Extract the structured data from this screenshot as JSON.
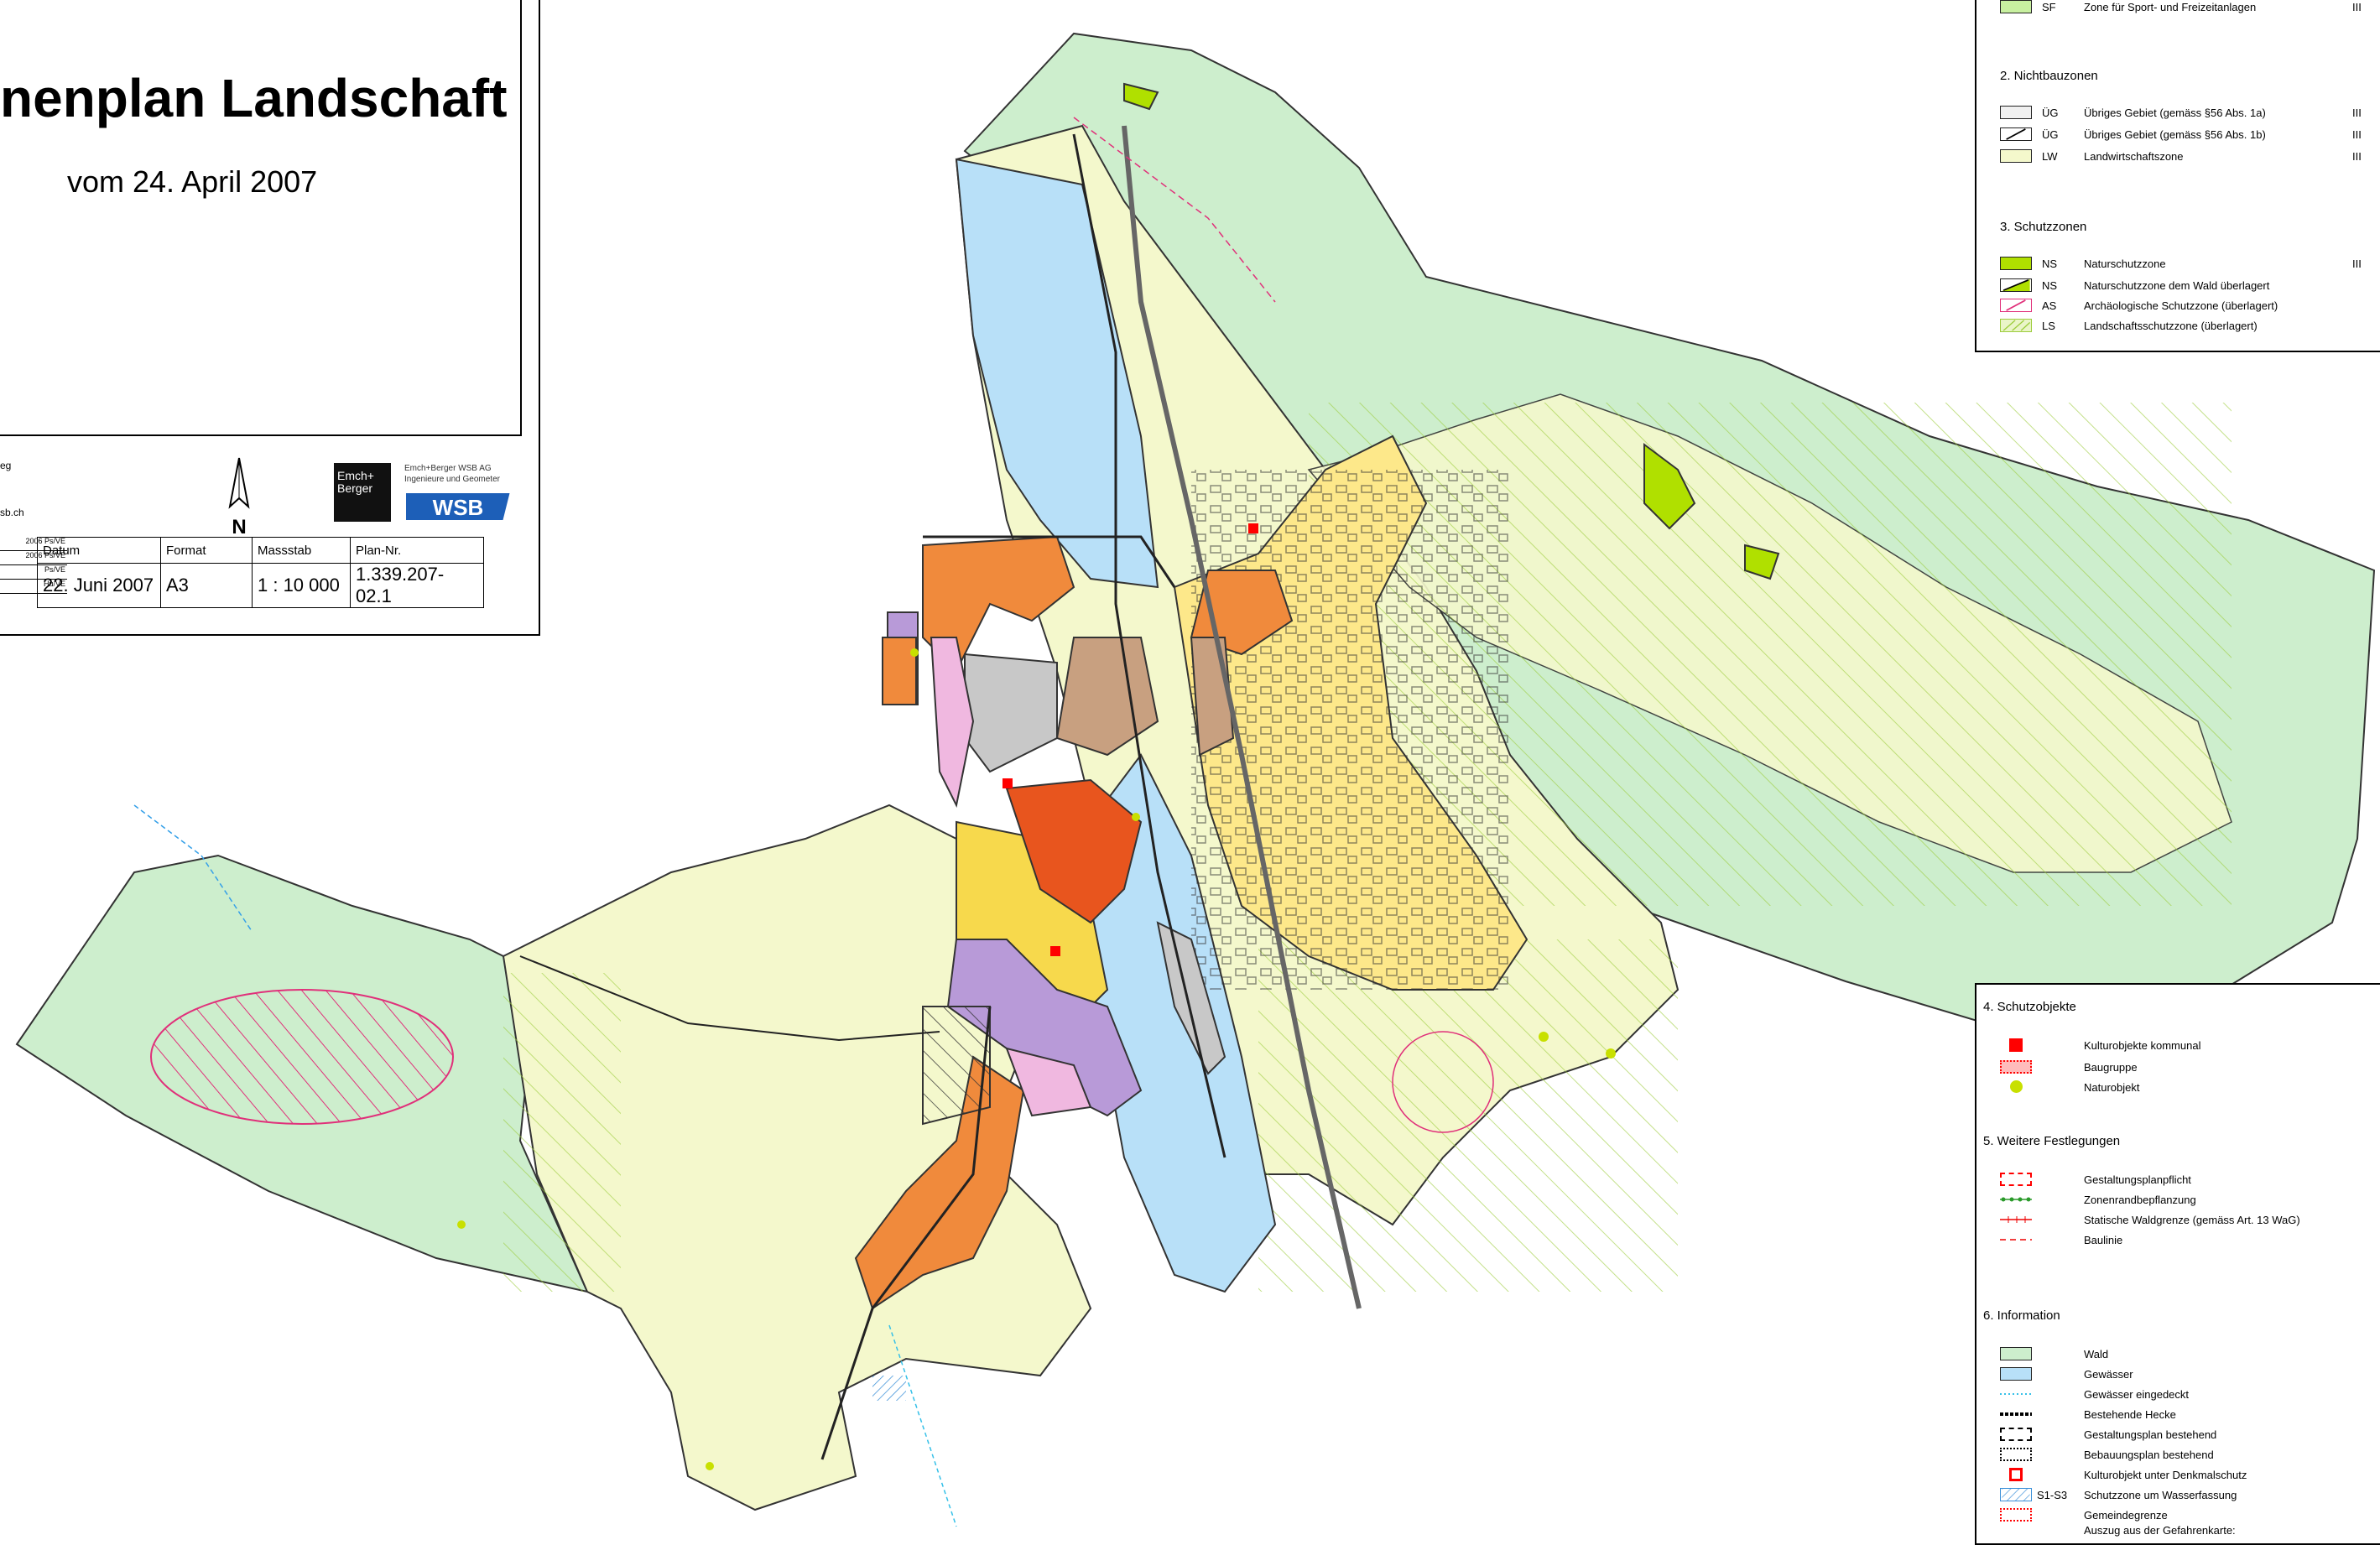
{
  "title_block": {
    "title": "nenplan Landschaft",
    "subtitle": "vom 24. April 2007",
    "fragment_top": "eg",
    "fragment_url": "sb.ch",
    "north_label": "N",
    "logo_text": "Emch+ Berger",
    "firm_line1": "Emch+Berger WSB AG",
    "firm_line2": "Ingenieure und Geometer",
    "firm_logo": "WSB",
    "revisions": [
      "2006",
      "2006",
      "",
      ""
    ],
    "revision_initials": [
      "Ps/VE",
      "Ps/VE",
      "Ps/VE",
      "Hu/VE"
    ],
    "table": {
      "headers": [
        "Datum",
        "Format",
        "Massstab",
        "Plan-Nr."
      ],
      "values": [
        "22. Juni 2007",
        "A3",
        "1 : 10 000",
        "1.339.207-02.1"
      ]
    }
  },
  "legend_top": {
    "first_row": {
      "code": "SF",
      "label": "Zone für Sport- und Freizeitanlagen",
      "cls": "III",
      "color": "#c8f0a0"
    },
    "section2": {
      "heading": "2. Nichtbauzonen",
      "items": [
        {
          "code": "ÜG",
          "label": "Übriges Gebiet (gemäss §56 Abs. 1a)",
          "cls": "III",
          "color": "#f0f0f0"
        },
        {
          "code": "ÜG",
          "label": "Übriges Gebiet (gemäss §56 Abs. 1b)",
          "cls": "III",
          "color": "#ffffff"
        },
        {
          "code": "LW",
          "label": "Landwirtschaftszone",
          "cls": "III",
          "color": "#f4f8cc"
        }
      ]
    },
    "section3": {
      "heading": "3. Schutzzonen",
      "items": [
        {
          "code": "NS",
          "label": "Naturschutzzone",
          "cls": "III",
          "color": "#b0e000"
        },
        {
          "code": "NS",
          "label": "Naturschutzzone dem Wald überlagert",
          "cls": "",
          "color": "#d0f070"
        },
        {
          "code": "AS",
          "label": "Archäologische Schutzzone (überlagert)",
          "cls": "",
          "color": "#ffffff"
        },
        {
          "code": "LS",
          "label": "Landschaftsschutzzone (überlagert)",
          "cls": "",
          "color": "#eaf5c8"
        }
      ]
    }
  },
  "legend_bottom": {
    "section4": {
      "heading": "4. Schutzobjekte",
      "items": [
        {
          "label": "Kulturobjekte kommunal",
          "symbol": "red-square"
        },
        {
          "label": "Baugruppe",
          "symbol": "red-dotted-rect"
        },
        {
          "label": "Naturobjekt",
          "symbol": "yellowgreen-dot"
        }
      ]
    },
    "section5": {
      "heading": "5. Weitere Festlegungen",
      "items": [
        {
          "label": "Gestaltungsplanpflicht",
          "symbol": "red-dashed-rect"
        },
        {
          "label": "Zonenrandbepflanzung",
          "symbol": "green-dot-line"
        },
        {
          "label": "Statische Waldgrenze (gemäss Art. 13 WaG)",
          "symbol": "red-cross-line"
        },
        {
          "label": "Baulinie",
          "symbol": "red-dash-line"
        }
      ]
    },
    "section6": {
      "heading": "6. Information",
      "items": [
        {
          "label": "Wald",
          "symbol": "forest-swatch",
          "code": ""
        },
        {
          "label": "Gewässer",
          "symbol": "water-swatch",
          "code": ""
        },
        {
          "label": "Gewässer eingedeckt",
          "symbol": "cyan-dot-line",
          "code": ""
        },
        {
          "label": "Bestehende Hecke",
          "symbol": "black-dot-line",
          "code": ""
        },
        {
          "label": "Gestaltungsplan bestehend",
          "symbol": "black-dashed-rect",
          "code": ""
        },
        {
          "label": "Bebauungsplan bestehend",
          "symbol": "black-dotted-rect",
          "code": ""
        },
        {
          "label": "Kulturobjekt unter Denkmalschutz",
          "symbol": "red-outline-square",
          "code": ""
        },
        {
          "label": "Schutzzone um Wasserfassung",
          "symbol": "blue-hatch",
          "code": "S1-S3"
        },
        {
          "label": "Gemeindegrenze",
          "symbol": "red-dotted-rect",
          "code": ""
        },
        {
          "label": "Auszug aus der Gefahrenkarte:",
          "symbol": "",
          "code": ""
        }
      ]
    }
  },
  "colors": {
    "forest": "#cdeecd",
    "agriculture": "#f4f8cc",
    "residential": "#fde88a",
    "residential2": "#f7d94c",
    "core": "#f08a3c",
    "core_red": "#e8551e",
    "industry": "#b8e0f8",
    "mixed": "#b89ad8",
    "public": "#c8a080",
    "grey": "#c8c8c8",
    "pink": "#f0b8e0"
  }
}
